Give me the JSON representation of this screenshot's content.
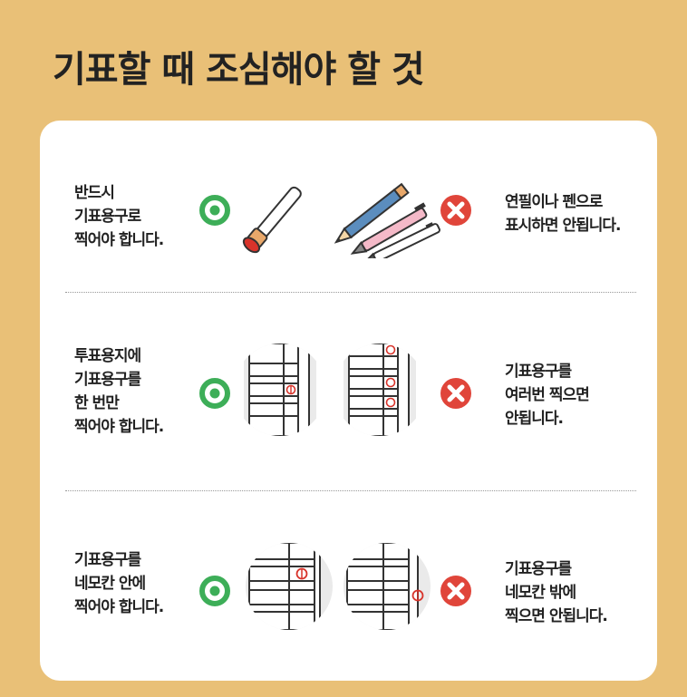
{
  "title": "기표할 때 조심해야 할 것",
  "rows": [
    {
      "correct": [
        "반드시",
        "기표용구로",
        "찍어야 합니다."
      ],
      "wrong": [
        "연필이나 펜으로",
        "표시하면 안됩니다."
      ]
    },
    {
      "correct": [
        "투표용지에",
        "기표용구를",
        "한 번만",
        "찍어야 합니다."
      ],
      "wrong": [
        "기표용구를",
        "여러번 찍으면",
        "안됩니다."
      ]
    },
    {
      "correct": [
        "기표용구를",
        "네모칸 안에",
        "찍어야 합니다."
      ],
      "wrong": [
        "기표용구를",
        "네모칸 밖에",
        "찍으면 안됩니다."
      ]
    }
  ],
  "colors": {
    "background": "#E9C077",
    "correct": "#3DAE58",
    "wrong": "#E0453A",
    "stamp": "#D8332A"
  },
  "icons": {
    "correct": "circle-o-icon",
    "wrong": "x-mark-icon"
  }
}
